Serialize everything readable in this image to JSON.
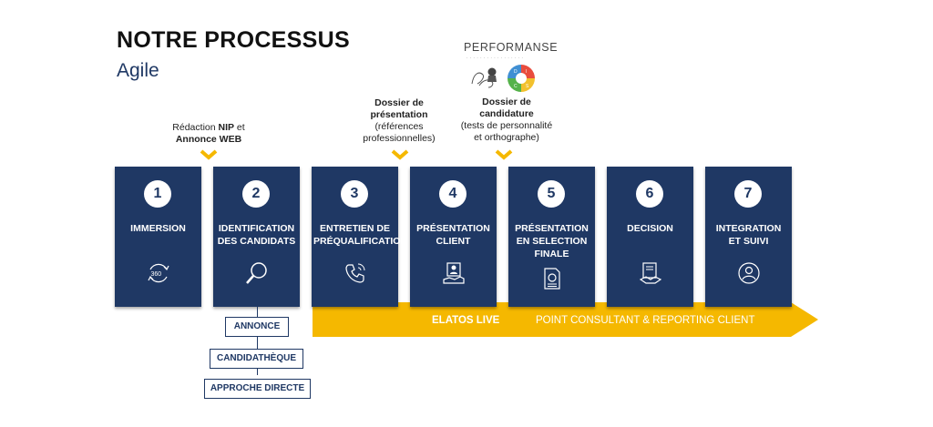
{
  "title": "NOTRE PROCESSUS",
  "subtitle": "Agile",
  "notes": {
    "n1_line1_pre": "Rédaction ",
    "n1_line1_bold": "NIP",
    "n1_line1_post": " et",
    "n1_line2": "Annonce WEB",
    "n2_bold1": "Dossier de",
    "n2_bold2": "présentation",
    "n2_line3": "(références",
    "n2_line4": "professionnelles)",
    "n3_bold1": "Dossier de",
    "n3_bold2": "candidature",
    "n3_line3": "(tests de personnalité",
    "n3_line4": "et orthographe)"
  },
  "logos": {
    "performance": "PERFORMANSE",
    "circle_letters": [
      "D",
      "I",
      "S",
      "C"
    ]
  },
  "steps": [
    {
      "num": "1",
      "line1": "IMMERSION",
      "line2": "",
      "line3": "",
      "icon": "360-icon"
    },
    {
      "num": "2",
      "line1": "IDENTIFICATION",
      "line2": "DES CANDIDATS",
      "line3": "",
      "icon": "magnifier-icon"
    },
    {
      "num": "3",
      "line1": "ENTRETIEN DE",
      "line2": "PRÉQUALIFICATION",
      "line3": "",
      "icon": "phone-icon"
    },
    {
      "num": "4",
      "line1": "PRÉSENTATION",
      "line2": "CLIENT",
      "line3": "",
      "icon": "profile-presentation-icon"
    },
    {
      "num": "5",
      "line1": "PRÉSENTATION",
      "line2": "EN SELECTION",
      "line3": "FINALE",
      "icon": "document-profile-icon"
    },
    {
      "num": "6",
      "line1": "DECISION",
      "line2": "",
      "line3": "",
      "icon": "contract-handshake-icon"
    },
    {
      "num": "7",
      "line1": "INTEGRATION",
      "line2": "ET SUIVI",
      "line3": "",
      "icon": "user-circle-icon"
    }
  ],
  "band": {
    "elatos": "ELATOS LIVE",
    "point": "POINT CONSULTANT & REPORTING CLIENT"
  },
  "sub_boxes": [
    "ANNONCE",
    "CANDIDATHÈQUE",
    "APPROCHE DIRECTE"
  ],
  "colors": {
    "navy": "#1f3864",
    "yellow": "#f5b800"
  }
}
